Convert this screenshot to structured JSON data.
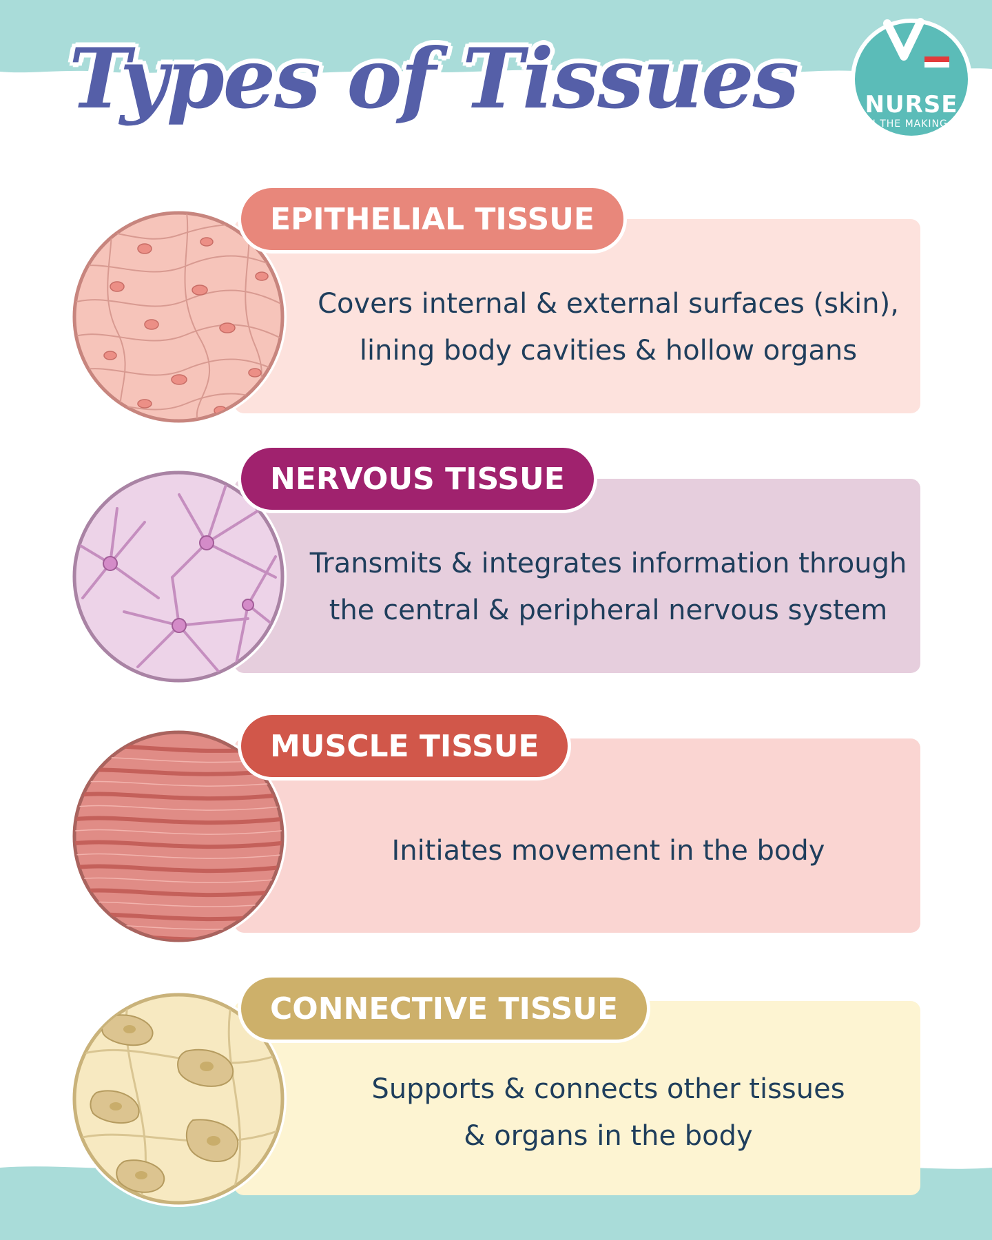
{
  "title": "Types of Tissues",
  "logo": {
    "main": "NURSE",
    "sub": "IN THE MAKING®",
    "color": "#5bbcb8"
  },
  "colors": {
    "background_band": "#a9dcd9",
    "title": "#555fa8",
    "body_text": "#1f3e5c"
  },
  "tissues": [
    {
      "label": "EPITHELIAL TISSUE",
      "lines": [
        "Covers internal & external surfaces (skin),",
        "lining body cavities & hollow organs"
      ],
      "pill_color": "#e8877b",
      "panel_color": "#fde2dd",
      "icon": "epithelial-cells-icon"
    },
    {
      "label": "NERVOUS TISSUE",
      "lines": [
        "Transmits & integrates information through",
        "the central & peripheral nervous system"
      ],
      "pill_color": "#a0226e",
      "panel_color": "#e6cedd",
      "icon": "neurons-icon"
    },
    {
      "label": "MUSCLE TISSUE",
      "lines": [
        "Initiates movement in the body"
      ],
      "pill_color": "#d1574a",
      "panel_color": "#fad5d2",
      "icon": "muscle-fibers-icon"
    },
    {
      "label": "CONNECTIVE TISSUE",
      "lines": [
        "Supports & connects other tissues",
        "& organs in the body"
      ],
      "pill_color": "#cdb06a",
      "panel_color": "#fdf4d2",
      "icon": "connective-cells-icon"
    }
  ]
}
